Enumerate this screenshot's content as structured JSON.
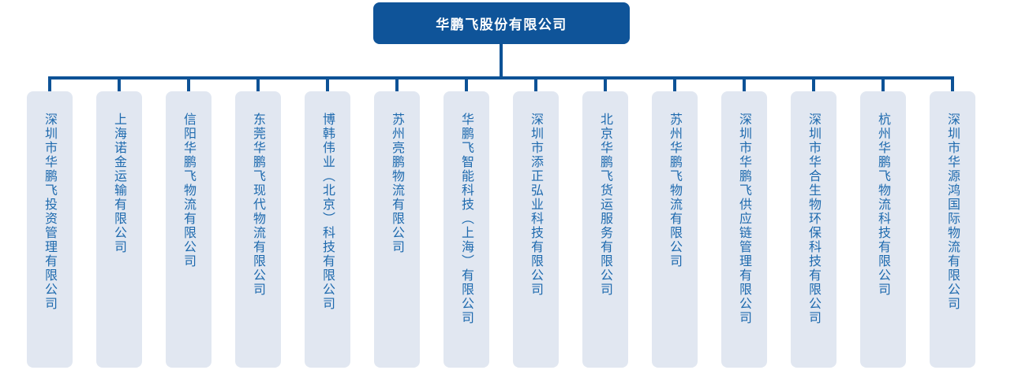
{
  "colors": {
    "background": "#FFFFFF",
    "parent_fill": "#0F5499",
    "parent_text": "#FFFFFF",
    "connector": "#0D5296",
    "child_fill": "#E1E7F1",
    "child_text": "#1E6AAE"
  },
  "org": {
    "root": {
      "name": "华鹏飞股份有限公司"
    },
    "children": [
      {
        "name": "深圳市华鹏飞投资管理有限公司"
      },
      {
        "name": "上海诺金运输有限公司"
      },
      {
        "name": "信阳华鹏飞物流有限公司"
      },
      {
        "name": "东莞华鹏飞现代物流有限公司"
      },
      {
        "name": "博韩伟业（北京）科技有限公司"
      },
      {
        "name": "苏州亮鹏物流有限公司"
      },
      {
        "name": "华鹏飞智能科技（上海）有限公司"
      },
      {
        "name": "深圳市添正弘业科技有限公司"
      },
      {
        "name": "北京华鹏飞货运服务有限公司"
      },
      {
        "name": "苏州华鹏飞物流有限公司"
      },
      {
        "name": "深圳市华鹏飞供应链管理有限公司"
      },
      {
        "name": "深圳市华合生物环保科技有限公司"
      },
      {
        "name": "杭州华鹏飞物流科技有限公司"
      },
      {
        "name": "深圳市华源鸿国际物流有限公司"
      }
    ]
  }
}
